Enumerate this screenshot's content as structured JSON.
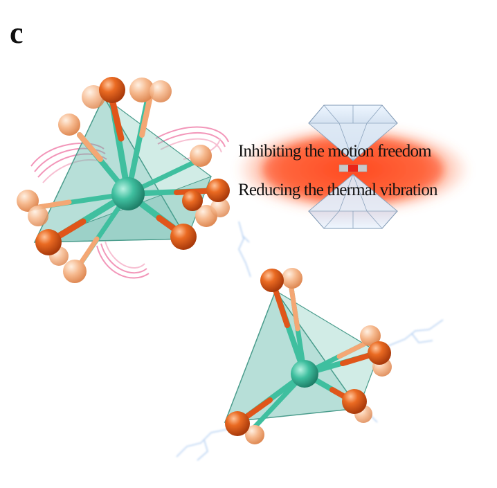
{
  "panel_label": "c",
  "captions": {
    "line_1": "Inhibiting the motion freedom",
    "line_2": "Reducing the thermal vibration"
  },
  "colors": {
    "tetrahedron": "#5fb8a8",
    "center_atom": "#3fbf9f",
    "outer_atom_dark": "#e0551a",
    "outer_atom_light": "#f4a774",
    "squeeze_glow": "#ff4a1c",
    "motion_swirl": "#f07ca8",
    "lightning": "#a8c8f0",
    "diamond": "#cfe3f5"
  }
}
